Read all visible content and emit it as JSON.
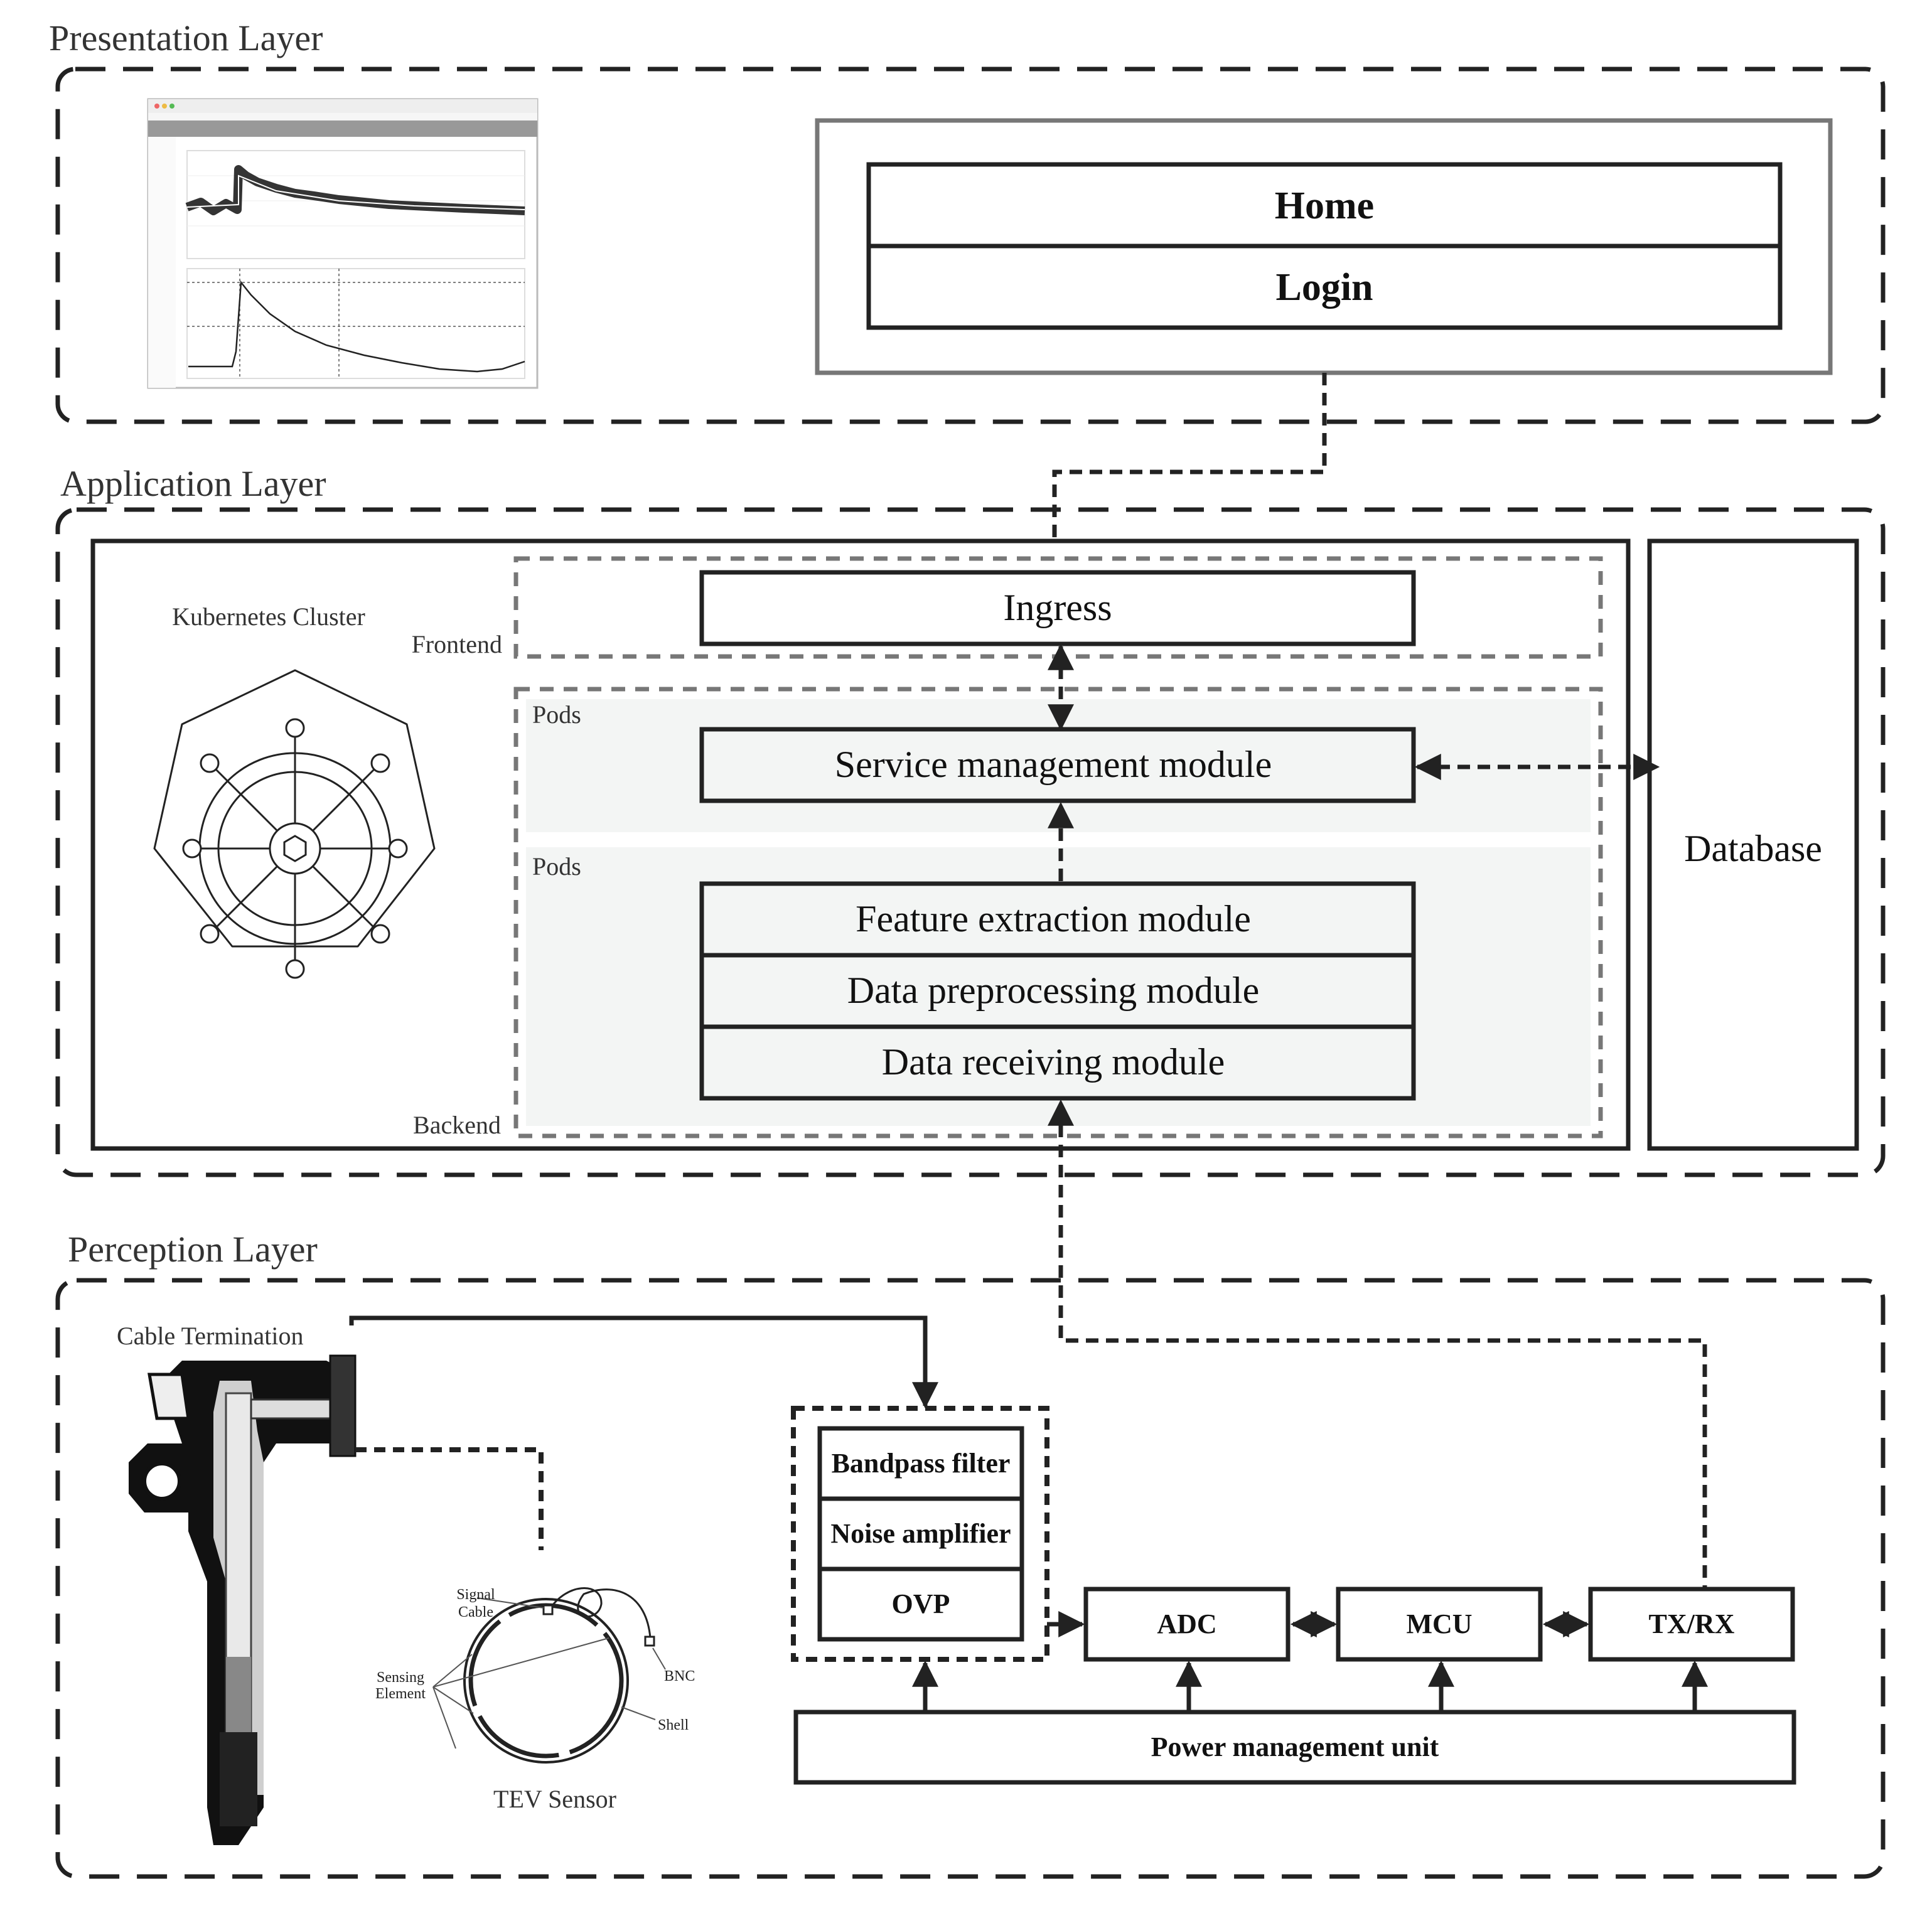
{
  "layers": {
    "presentation": "Presentation Layer",
    "application": "Application Layer",
    "perception": "Perception Layer"
  },
  "presentation": {
    "menu_home": "Home",
    "menu_login": "Login"
  },
  "application": {
    "cluster_label": "Kubernetes Cluster",
    "frontend_label": "Frontend",
    "backend_label": "Backend",
    "pods_label_1": "Pods",
    "pods_label_2": "Pods",
    "ingress": "Ingress",
    "service_module": "Service management module",
    "feature_module": "Feature extraction module",
    "preprocessing_module": "Data preprocessing module",
    "receiving_module": "Data receiving module",
    "database": "Database"
  },
  "perception": {
    "cable_termination": "Cable Termination",
    "tev_sensor": "TEV Sensor",
    "signal_label_1": "Signal",
    "signal_label_2": "Cable",
    "sensing_label_1": "Sensing",
    "sensing_label_2": "Element",
    "bnc": "BNC",
    "shell": "Shell",
    "bandpass": "Bandpass filter",
    "noise_amp": "Noise amplifier",
    "ovp": "OVP",
    "adc": "ADC",
    "mcu": "MCU",
    "txrx": "TX/RX",
    "power": "Power management unit"
  },
  "colors": {
    "stroke": "#222222",
    "grey_dash": "#777777",
    "shaded_fill": "#f3f5f4"
  },
  "icons": {
    "kubernetes": "kubernetes-helm-icon",
    "browser": "browser-window-icon",
    "cable": "cable-termination-icon",
    "sensor": "tev-sensor-icon"
  }
}
